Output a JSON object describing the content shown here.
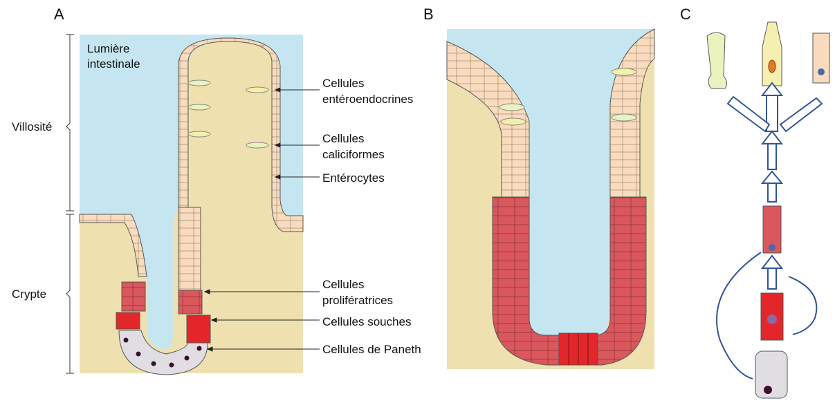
{
  "panels": {
    "a": "A",
    "b": "B",
    "c": "C"
  },
  "labels": {
    "lumen_line1": "Lumière",
    "lumen_line2": "intestinale",
    "villus": "Villosité",
    "crypt": "Crypte",
    "enteroendocrine_line1": "Cellules",
    "enteroendocrine_line2": "entéroendocrines",
    "goblet_line1": "Cellules",
    "goblet_line2": "caliciformes",
    "enterocytes": "Entérocytes",
    "proliferative_line1": "Cellules",
    "proliferative_line2": "prolifératrices",
    "stem": "Cellules souches",
    "paneth": "Cellules de Paneth"
  },
  "colors": {
    "lumen": "#c5e6f0",
    "tissue": "#efe0b0",
    "enterocyte": "#f9dcbd",
    "proliferative": "#d9575d",
    "stem": "#e3262a",
    "paneth": "#e1dee3",
    "goblet": "#eaf3c0",
    "nucleus": "#4b6aa8",
    "arrow": "#2f5597"
  }
}
